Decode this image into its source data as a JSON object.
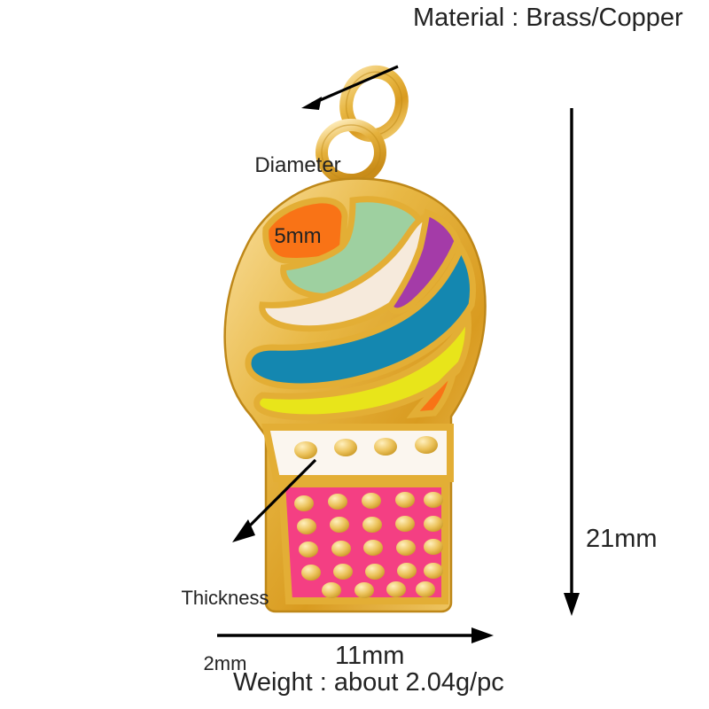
{
  "product": {
    "type": "enamel-ice-cream-cone-charm",
    "material_label": "Material : Brass/Copper",
    "weight_label": "Weight : about 2.04g/pc",
    "annotations": {
      "diameter": {
        "line1": "Diameter",
        "line2": "5mm"
      },
      "thickness": {
        "line1": "Thickness",
        "line2": "2mm"
      },
      "width": "11mm",
      "height": "21mm"
    },
    "colors": {
      "gold": "#E0A62C",
      "gold_light": "#F5D27A",
      "gold_dark": "#B8821C",
      "orange": "#F97316",
      "mint": "#9ED0A0",
      "cream": "#F5E7DA",
      "white": "#FBF6EF",
      "purple": "#A43BA8",
      "teal": "#1487B0",
      "yellow": "#E8E51A",
      "pink": "#F43F83",
      "arrow": "#000000",
      "text": "#232323",
      "background": "#FFFFFF"
    }
  }
}
